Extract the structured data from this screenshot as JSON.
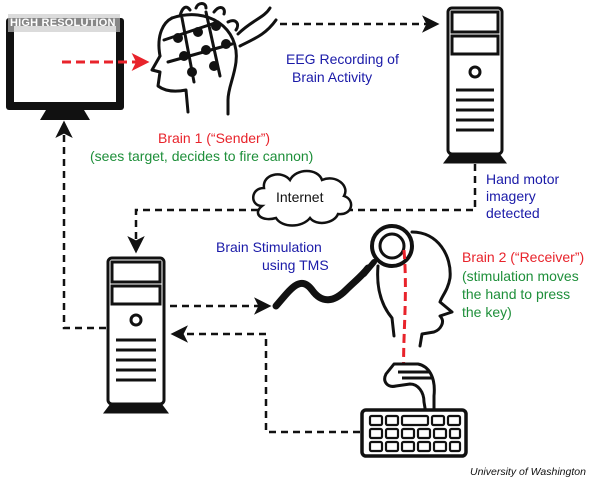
{
  "watermark": "HIGH RESOLUTION",
  "labels": {
    "eeg_line1": "EEG Recording of",
    "eeg_line2": "Brain Activity",
    "sender_title": "Brain 1 (“Sender”)",
    "sender_desc": "(sees target, decides to fire cannon)",
    "internet": "Internet",
    "motor_line1": "Hand motor",
    "motor_line2": "imagery",
    "motor_line3": "detected",
    "tms_line1": "Brain Stimulation",
    "tms_line2": "using TMS",
    "receiver_title": "Brain 2 (“Receiver”)",
    "receiver_line1": "(stimulation moves",
    "receiver_line2": "the hand to press",
    "receiver_line3": "the key)"
  },
  "credit": "University of Washington",
  "colors": {
    "blue_text": "#1a1aa8",
    "red_text": "#e8232b",
    "green_text": "#1e8f3a",
    "red_arrow": "#e8232b",
    "line": "#111111"
  },
  "icons": [
    "monitor-icon",
    "head-with-eeg-cap-icon",
    "computer-tower-icon",
    "cloud-icon",
    "tms-coil-icon",
    "head-receiver-icon",
    "hand-icon",
    "keyboard-icon"
  ]
}
